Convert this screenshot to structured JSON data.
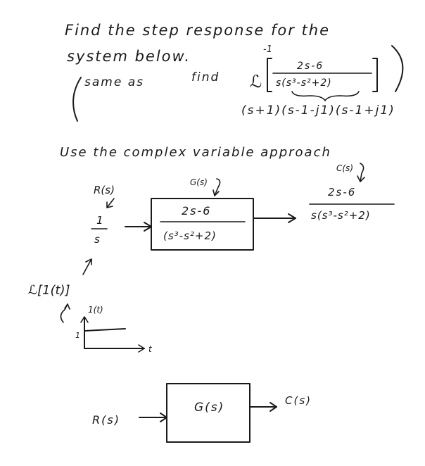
{
  "problem": {
    "line1": "Find the step response for the",
    "line2": "system below.",
    "same_as": "same as",
    "find": "find",
    "inverse_symbol": "ℒ",
    "inverse_exp": "-1",
    "numerator": "2s-6",
    "denominator": "s(s³-s²+2)",
    "factored": "(s+1)(s-1-j1)(s-1+j1)",
    "approach": "Use the complex variable approach"
  },
  "diagram1": {
    "r_label": "R(s)",
    "r_value_num": "1",
    "r_value_den": "s",
    "g_label": "G(s)",
    "g_num": "2s-6",
    "g_den": "(s³-s²+2)",
    "c_label": "C(s)",
    "c_num": "2s-6",
    "c_den": "s(s³-s²+2)",
    "laplace_step": "ℒ[1(t)]",
    "step_ylabel": "1(t)",
    "step_level": "1",
    "step_xlabel": "t"
  },
  "diagram2": {
    "input": "R(s)",
    "block": "G(s)",
    "output": "C(s)"
  }
}
